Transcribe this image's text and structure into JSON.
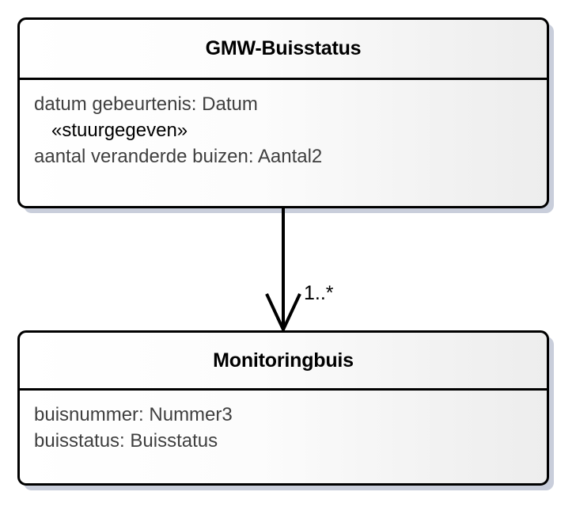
{
  "diagram": {
    "type": "uml-class-diagram",
    "language": "nl",
    "background_color": "#ffffff",
    "border_color": "#000000",
    "shadow_color": "#c9cedb",
    "attribute_text_color": "#3f3f3f",
    "title_text_color": "#000000"
  },
  "classes": [
    {
      "id": "gmw-buisstatus",
      "name": "GMW-Buisstatus",
      "compartments": [
        {
          "lines": [
            {
              "kind": "attribute",
              "text": "datum gebeurtenis: Datum"
            },
            {
              "kind": "stereotype",
              "text": "«stuurgegeven»"
            },
            {
              "kind": "attribute",
              "text": "aantal veranderde buizen: Aantal2"
            }
          ]
        }
      ]
    },
    {
      "id": "monitoringbuis",
      "name": "Monitoringbuis",
      "compartments": [
        {
          "lines": [
            {
              "kind": "attribute",
              "text": "buisnummer: Nummer3"
            },
            {
              "kind": "attribute",
              "text": "buisstatus: Buisstatus"
            }
          ]
        }
      ]
    }
  ],
  "relationships": [
    {
      "id": "gmw-buisstatus-to-monitoringbuis",
      "kind": "directed-association",
      "source": "GMW-Buisstatus",
      "target": "Monitoringbuis",
      "arrowhead": "open",
      "direction": "down",
      "target_multiplicity": "1..*"
    }
  ]
}
